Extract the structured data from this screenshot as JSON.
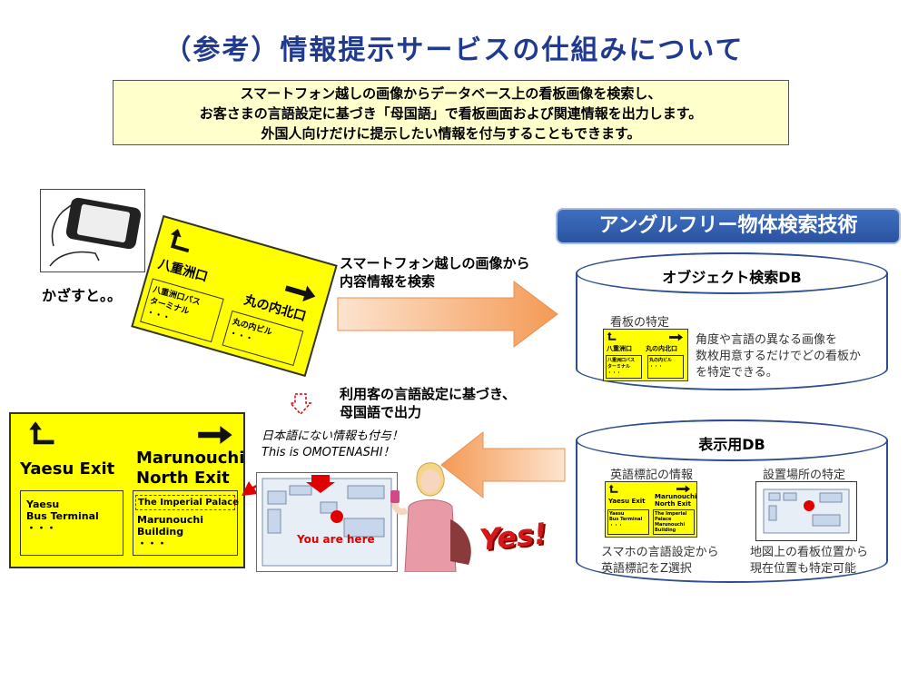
{
  "title": "（参考）情報提示サービスの仕組みについて",
  "summary": [
    "スマートフォン越しの画像からデータベース上の看板画像を検索し、",
    "お客さまの言語設定に基づき「母国語」で看板画面および関連情報を出力します。",
    "外国人向けだけに提示したい情報を付与することもできます。"
  ],
  "phone_caption": "かざすと。。",
  "jp_sign": {
    "left_exit": "八重洲口",
    "right_exit": "丸の内北口",
    "left_box": [
      "八重洲口バス",
      "ターミナル",
      "・・・"
    ],
    "right_box": [
      "丸の内ビル",
      "・・・"
    ]
  },
  "search_arrow_text": [
    "スマートフォン越しの画像から",
    "内容情報を検索"
  ],
  "output_arrow_text": [
    "利用客の言語設定に基づき、",
    "母国語で出力"
  ],
  "tech_banner": "アングルフリー物体検索技術",
  "object_db": {
    "title": "オブジェクト検索DB",
    "subtitle": "看板の特定",
    "description": [
      "角度や言語の異なる画像を",
      "数枚用意するだけでどの看板か",
      "を特定できる。"
    ]
  },
  "display_db": {
    "title": "表示用DB",
    "left_label": "英語標記の情報",
    "right_label": "設置場所の特定",
    "left_caption": [
      "スマホの言語設定から",
      "英語標記をZ選択"
    ],
    "right_caption": [
      "地図上の看板位置から",
      "現在位置も特定可能"
    ]
  },
  "en_sign": {
    "left_exit": "Yaesu Exit",
    "right_exit": [
      "Marunouchi",
      "North Exit"
    ],
    "left_box": [
      "Yaesu",
      "Bus Terminal",
      "・・・"
    ],
    "highlight": "The Imperial Palace",
    "right_box": [
      "Marunouchi",
      "Building",
      "・・・"
    ]
  },
  "omotenashi": [
    "日本語にない情報も付与！",
    "This is OMOTENASHI！"
  ],
  "you_are_here": "You are here",
  "yes_text": "Yes!",
  "colors": {
    "title": "#1f3a8f",
    "sign": "#ffff00",
    "banner": "#2a53a0",
    "highlight": "#e00000",
    "arrow": "#f5a868"
  }
}
